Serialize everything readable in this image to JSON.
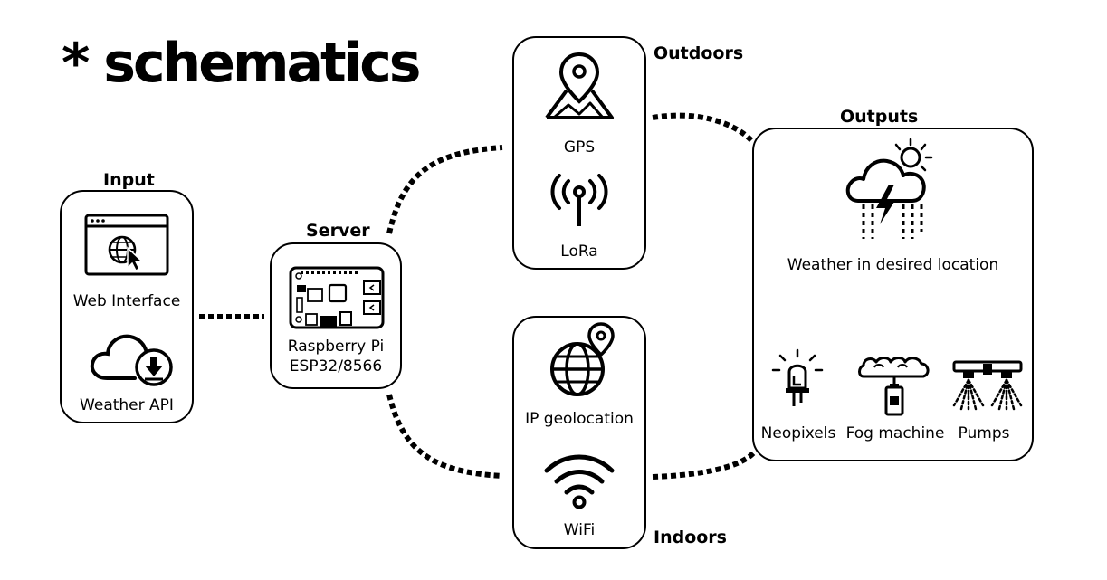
{
  "title": "* schematics",
  "sections": {
    "input": {
      "label": "Input",
      "items": [
        {
          "label": "Web Interface",
          "icon": "browser-globe-cursor-icon"
        },
        {
          "label": "Weather API",
          "icon": "cloud-download-icon"
        }
      ]
    },
    "server": {
      "label": "Server",
      "items": [
        {
          "label": "Raspberry Pi",
          "icon": "raspberry-pi-board-icon"
        },
        {
          "label": "ESP32/8566"
        }
      ]
    },
    "outdoors": {
      "label": "Outdoors",
      "items": [
        {
          "label": "GPS",
          "icon": "map-pin-icon"
        },
        {
          "label": "LoRa",
          "icon": "antenna-icon"
        }
      ]
    },
    "indoors": {
      "label": "Indoors",
      "items": [
        {
          "label": "IP geolocation",
          "icon": "globe-pin-icon"
        },
        {
          "label": "WiFi",
          "icon": "wifi-icon"
        }
      ]
    },
    "outputs": {
      "label": "Outputs",
      "weather_label": "Weather in desired location",
      "weather_icon": "storm-cloud-sun-icon",
      "items": [
        {
          "label": "Neopixels",
          "icon": "led-icon"
        },
        {
          "label": "Fog machine",
          "icon": "fog-machine-icon"
        },
        {
          "label": "Pumps",
          "icon": "sprinkler-icon"
        }
      ]
    }
  }
}
